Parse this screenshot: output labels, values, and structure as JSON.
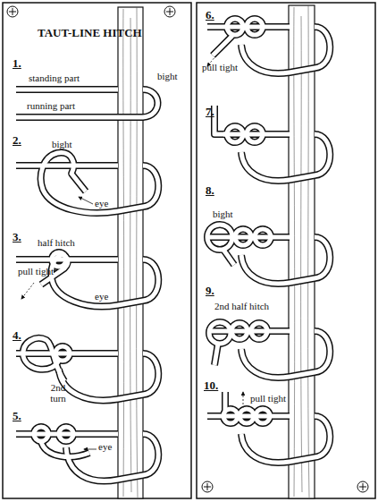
{
  "diagram": {
    "title": "TAUT-LINE HITCH",
    "labels": [
      "1.",
      "standing part",
      "bight",
      "running part",
      "2.",
      "bight",
      "eye",
      "3.",
      "half hitch",
      "pull tight",
      "eye",
      "4.",
      "2nd turn",
      "5.",
      "eye",
      "6.",
      "pull tight",
      "7.",
      "8.",
      "bight",
      "9.",
      "2nd half hitch",
      "10.",
      "pull tight"
    ]
  }
}
